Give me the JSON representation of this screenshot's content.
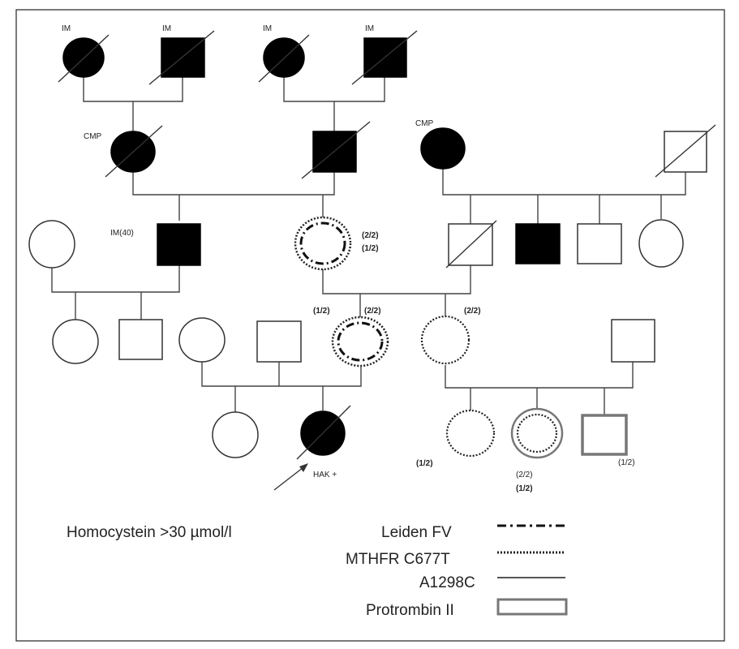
{
  "individual_labels": {
    "gen1_grandmother_paternal": "IM",
    "gen1_grandfather_paternal": "IM",
    "gen1_grandmother_maternal": "IM",
    "gen1_grandfather_maternal": "IM",
    "gen2_woman_left": "CMP",
    "gen2_woman_right": "CMP",
    "gen3_man": "IM(40)",
    "gen3_woman_g1": "(2/2)",
    "gen3_woman_g2": "(1/2)",
    "gen4_woman_g1": "(1/2)",
    "gen4_woman_g2": "(2/2)",
    "gen4_woman2_g": "(2/2)",
    "proband": "HAK +",
    "gen5_daughter1_g": "(1/2)",
    "gen5_daughter2_g1": "(2/2)",
    "gen5_daughter2_g2": "(1/2)",
    "gen5_son_g": "(1/2)"
  },
  "legend": {
    "homocystein": "Homocystein >30 µmol/l",
    "leiden": "Leiden FV",
    "mthfr": "MTHFR C677T",
    "a1298c": "A1298C",
    "protrombin": "Protrombin II"
  }
}
